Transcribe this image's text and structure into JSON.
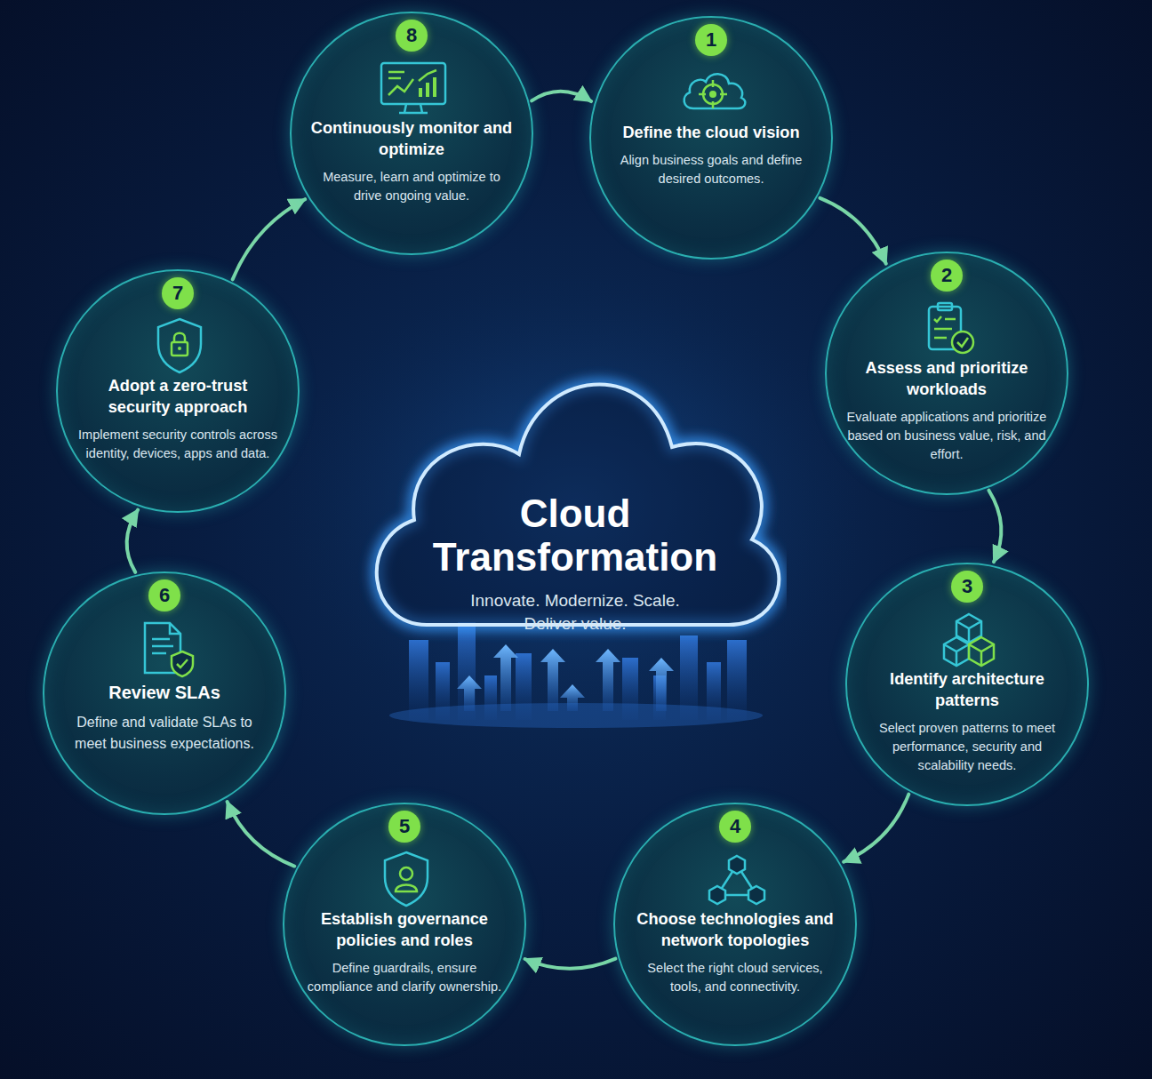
{
  "diagram": {
    "nodes": [
      {
        "text": [
          "Cloud Transformation",
          "Innovate. Modernize. Scale. Deliver value."
        ]
      },
      {
        "text": [
          "Define the cloud vision",
          "Align business goals and define desired outcomes."
        ]
      },
      {
        "text": [
          "1"
        ],
        "in": 1
      },
      {
        "text": [
          "Assess and prioritize workloads",
          "Evaluate applications and prioritize based on business value, risk, and effort."
        ]
      },
      {
        "text": [
          "2"
        ],
        "in": 3
      },
      {
        "text": [
          "Identify architecture patterns",
          "Select proven patterns to meet performance, security and scalability needs."
        ]
      },
      {
        "text": [
          "3"
        ],
        "in": 5
      },
      {
        "text": [
          "Choose technologies and network topologies",
          "Select the right cloud services, tools, and connectivity."
        ]
      },
      {
        "text": [
          "4"
        ],
        "in": 7
      },
      {
        "text": [
          "Establish governance policies and roles",
          "Define guardrails, ensure compliance and clarify ownership."
        ]
      },
      {
        "text": [
          "5"
        ],
        "in": 9
      },
      {
        "text": [
          "Review SLAs",
          "Define and validate SLAs to meet business expectations."
        ]
      },
      {
        "text": [
          "6"
        ],
        "in": 11
      },
      {
        "text": [
          "Adopt a zero-trust security approach",
          "Implement security controls across identity, devices, apps and data."
        ]
      },
      {
        "text": [
          "7"
        ],
        "in": 13
      },
      {
        "text": [
          "Continuously monitor and optimize",
          "Measure, learn and optimize to drive ongoing value."
        ]
      },
      {
        "text": [
          "8"
        ],
        "in": 15
      }
    ],
    "edges": [
      {
        "from": 1,
        "to": 3,
        "arrow": "to"
      },
      {
        "from": 3,
        "to": 5,
        "arrow": "to"
      },
      {
        "from": 5,
        "to": 7,
        "arrow": "to"
      },
      {
        "from": 7,
        "to": 9,
        "arrow": "to"
      },
      {
        "from": 9,
        "to": 11,
        "arrow": "to"
      },
      {
        "from": 11,
        "to": 13,
        "arrow": "to"
      },
      {
        "from": 13,
        "to": 15,
        "arrow": "to"
      },
      {
        "from": 15,
        "to": 1,
        "arrow": "to"
      }
    ]
  }
}
